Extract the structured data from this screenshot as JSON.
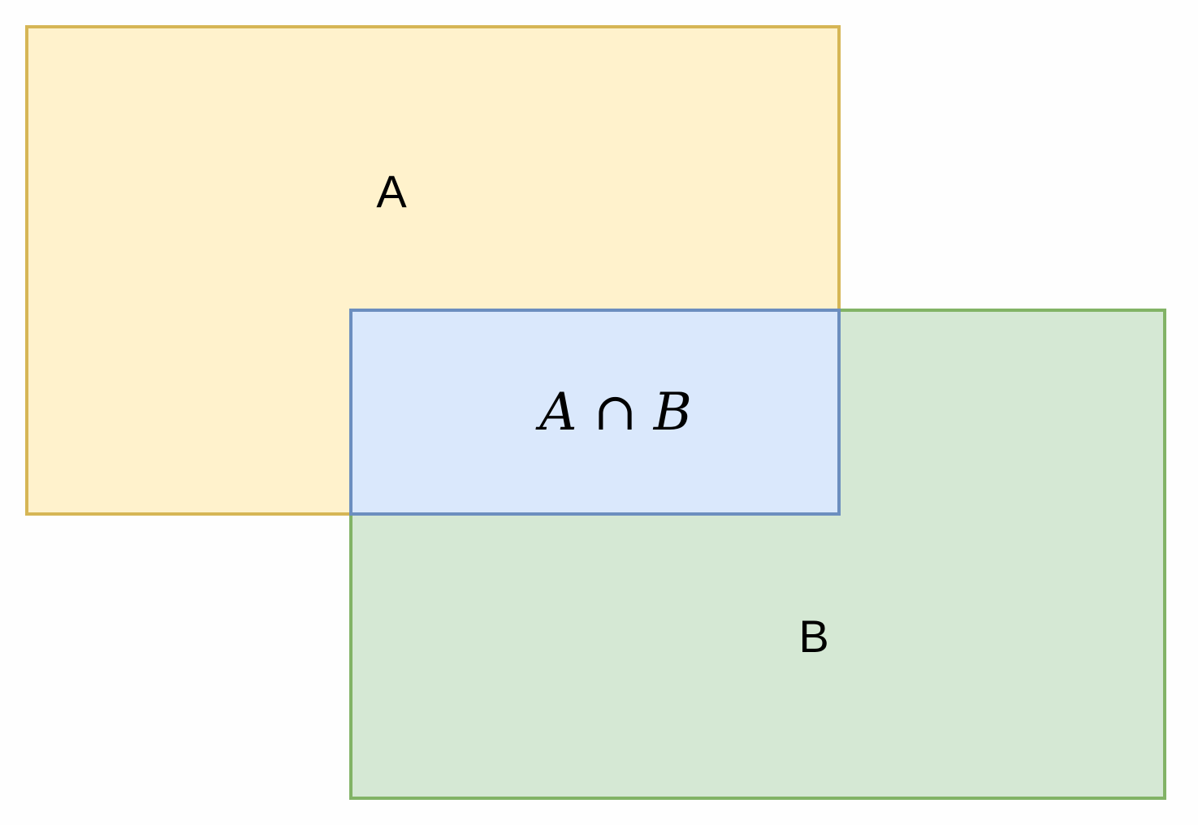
{
  "diagram": {
    "set_a": {
      "label": "A",
      "fill": "#fff2cc",
      "stroke": "#d6b656"
    },
    "set_b": {
      "label": "B",
      "fill": "#d5e8d4",
      "stroke": "#82b366"
    },
    "intersection": {
      "label": "A ∩ B",
      "fill": "#dae8fc",
      "stroke": "#6c8ebf"
    }
  }
}
